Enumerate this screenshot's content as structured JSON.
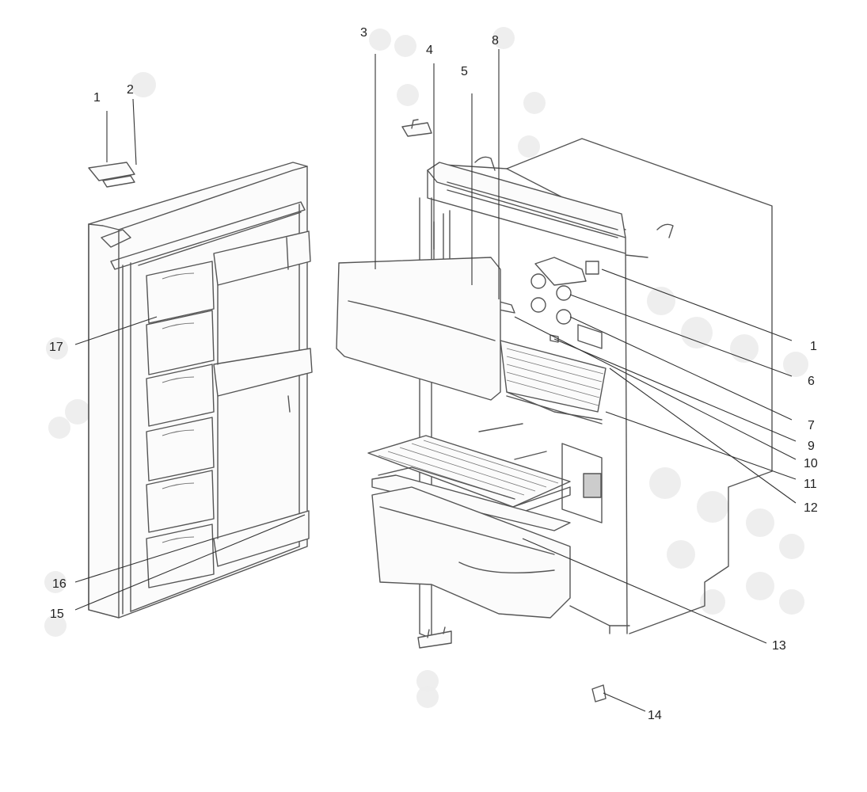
{
  "callouts": [
    {
      "id": "c1a",
      "label": "1"
    },
    {
      "id": "c2",
      "label": "2"
    },
    {
      "id": "c3",
      "label": "3"
    },
    {
      "id": "c4",
      "label": "4"
    },
    {
      "id": "c5",
      "label": "5"
    },
    {
      "id": "c8",
      "label": "8"
    },
    {
      "id": "c1b",
      "label": "1"
    },
    {
      "id": "c6",
      "label": "6"
    },
    {
      "id": "c7",
      "label": "7"
    },
    {
      "id": "c9",
      "label": "9"
    },
    {
      "id": "c10",
      "label": "10"
    },
    {
      "id": "c11",
      "label": "11"
    },
    {
      "id": "c12",
      "label": "12"
    },
    {
      "id": "c13",
      "label": "13"
    },
    {
      "id": "c14",
      "label": "14"
    },
    {
      "id": "c15",
      "label": "15"
    },
    {
      "id": "c16",
      "label": "16"
    },
    {
      "id": "c17",
      "label": "17"
    }
  ]
}
